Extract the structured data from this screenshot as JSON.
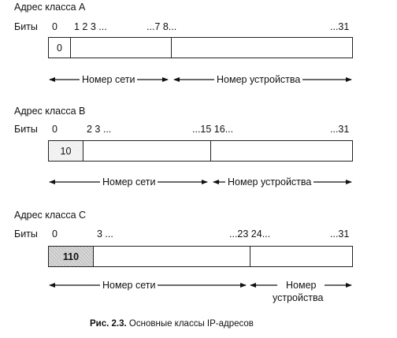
{
  "class_a": {
    "title": "Адрес класса А",
    "bits_label": "Биты",
    "ticks": [
      "0",
      "1 2 3 ...",
      "...7 8...",
      "...31"
    ],
    "prefix": "0",
    "net_label": "Номер сети",
    "host_label": "Номер устройства"
  },
  "class_b": {
    "title": "Адрес класса В",
    "bits_label": "Биты",
    "ticks": [
      "0",
      "2 3 ...",
      "...15 16...",
      "...31"
    ],
    "prefix": "10",
    "net_label": "Номер сети",
    "host_label": "Номер устройства"
  },
  "class_c": {
    "title": "Адрес класса С",
    "bits_label": "Биты",
    "ticks": [
      "0",
      "3 ...",
      "...23 24...",
      "...31"
    ],
    "prefix": "110",
    "net_label": "Номер сети",
    "host_label_line1": "Номер",
    "host_label_line2": "устройства"
  },
  "caption": {
    "label": "Рис. 2.3.",
    "text": "Основные классы IP-адресов"
  }
}
